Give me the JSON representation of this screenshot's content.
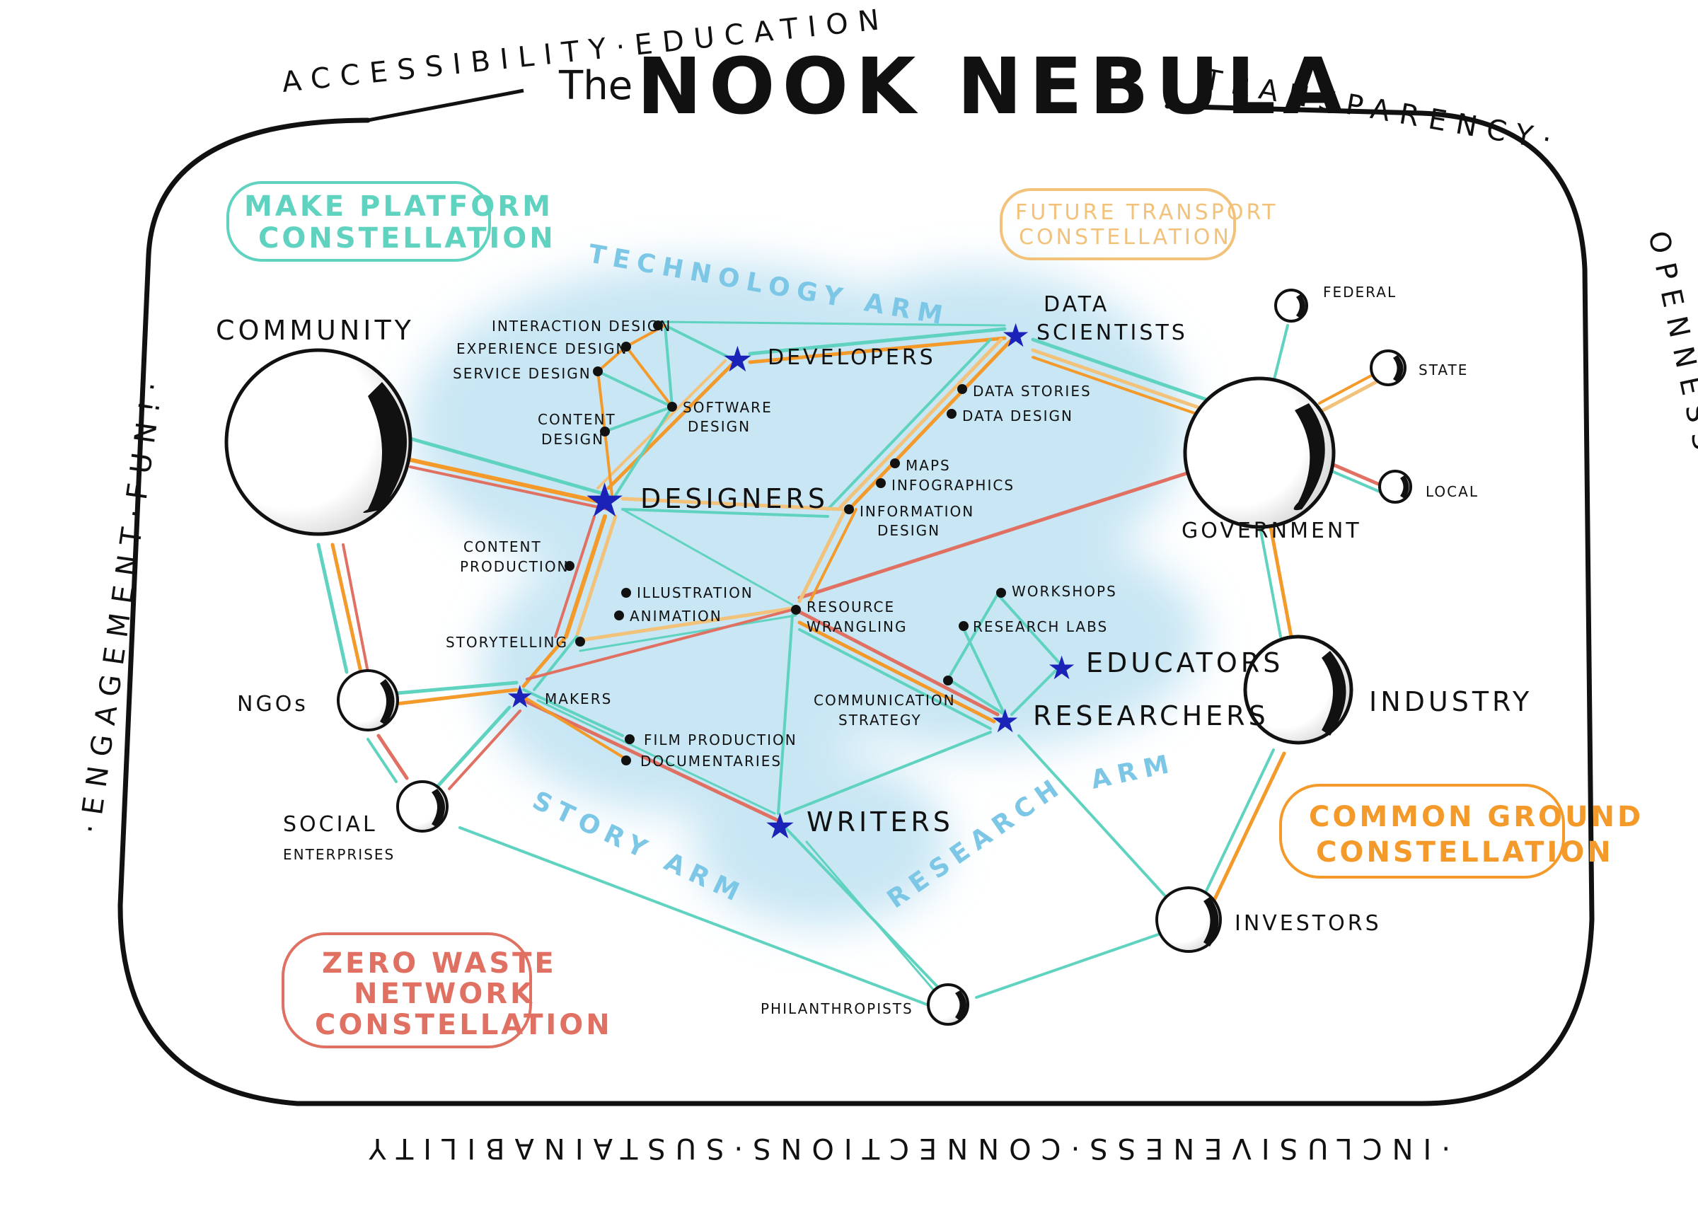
{
  "title": {
    "prefix": "The",
    "main": "NOOK NEBULA"
  },
  "border": {
    "top_left": "ACCESSIBILITY·EDUCATION",
    "top_right": "TRANSPARENCY·",
    "right": "OPENNESS·PARTICIPATORY POLICY MAKING",
    "bottom": "·INCLUSIVENESS·CONNECTIONS·SUSTAINABILITY",
    "left": "·ENGAGEMENT·FUN!·"
  },
  "constellations": {
    "make_platform": {
      "line1": "MAKE PLATFORM",
      "line2": "CONSTELLATION",
      "color": "#4fd1c5"
    },
    "future_transport": {
      "line1": "FUTURE TRANSPORT",
      "line2": "CONSTELLATION",
      "color": "#f2c27a"
    },
    "common_ground": {
      "line1": "COMMON GROUND",
      "line2": "CONSTELLATION",
      "color": "#f39a2b"
    },
    "zero_waste": {
      "line1": "ZERO WASTE",
      "line2": "NETWORK",
      "line3": "CONSTELLATION",
      "color": "#e07062"
    }
  },
  "arms": {
    "technology": "TECHNOLOGY ARM",
    "story": "STORY ARM",
    "research": "RESEARCH",
    "research_arm": "ARM"
  },
  "planets": {
    "community": "COMMUNITY",
    "government": "GOVERNMENT",
    "federal": "FEDERAL",
    "state": "STATE",
    "local": "LOCAL",
    "industry": "INDUSTRY",
    "ngos": "NGOs",
    "social_enterprises_1": "SOCIAL",
    "social_enterprises_2": "ENTERPRISES",
    "investors": "INVESTORS",
    "philanthropists": "PHILANTHROPISTS"
  },
  "stars": {
    "developers": "DEVELOPERS",
    "designers": "DESIGNERS",
    "data_scientists_1": "DATA",
    "data_scientists_2": "SCIENTISTS",
    "makers": "MAKERS",
    "writers": "WRITERS",
    "educators": "EDUCATORS",
    "researchers": "RESEARCHERS"
  },
  "skills": {
    "interaction_design": "INTERACTION DESIGN",
    "experience_design": "EXPERIENCE DESIGN",
    "service_design": "SERVICE DESIGN",
    "content_design_1": "CONTENT",
    "content_design_2": "DESIGN",
    "software_design_1": "SOFTWARE",
    "software_design_2": "DESIGN",
    "data_stories": "DATA STORIES",
    "data_design": "DATA DESIGN",
    "maps": "MAPS",
    "infographics": "INFOGRAPHICS",
    "information_design_1": "INFORMATION",
    "information_design_2": "DESIGN",
    "content_production_1": "CONTENT",
    "content_production_2": "PRODUCTION",
    "illustration": "ILLUSTRATION",
    "animation": "ANIMATION",
    "storytelling": "STORYTELLING",
    "resource_wrangling_1": "RESOURCE",
    "resource_wrangling_2": "WRANGLING",
    "workshops": "WORKSHOPS",
    "research_labs": "RESEARCH LABS",
    "communication_strategy_1": "COMMUNICATION",
    "communication_strategy_2": "STRATEGY",
    "film_production": "FILM PRODUCTION",
    "documentaries": "DOCUMENTARIES"
  },
  "colors": {
    "teal": "#5fd3c0",
    "orange": "#f39a2b",
    "red": "#e07062",
    "pale_orange": "#f2c27a",
    "star_blue": "#1a22b8",
    "cloud_blue": "#bfe2f2"
  }
}
